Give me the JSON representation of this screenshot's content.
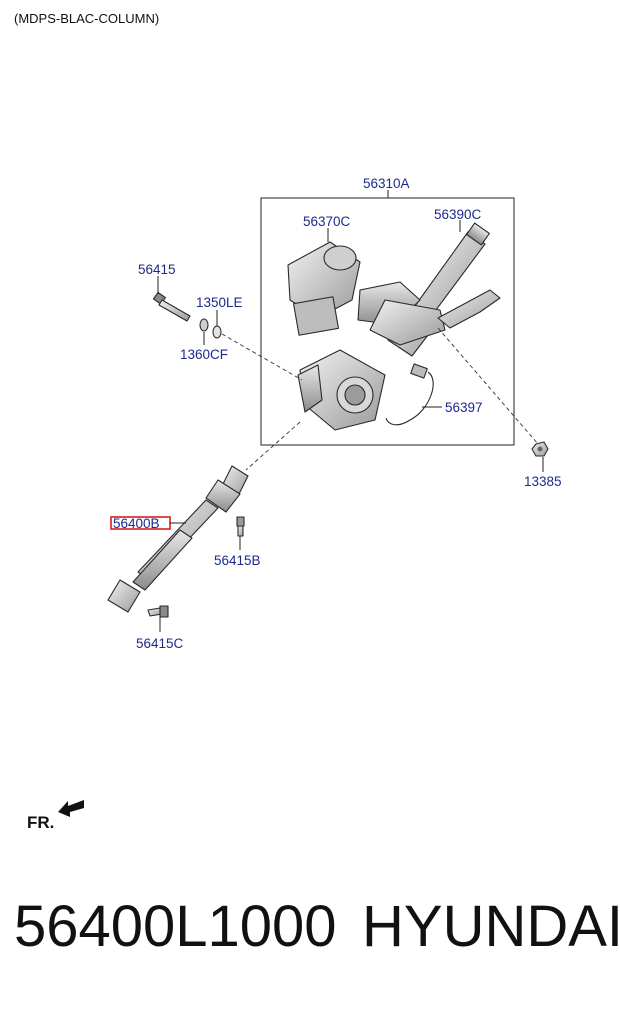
{
  "header": {
    "title": "(MDPS-BLAC-COLUMN)"
  },
  "labels": {
    "column_assy": "56310A",
    "motor": "56370C",
    "column_shaft": "56390C",
    "bolt_upper": "56415",
    "washer_1350": "1350LE",
    "washer_1360": "1360CF",
    "clip": "56397",
    "nut": "13385",
    "joint_shaft": "56400B",
    "bolt_mid": "56415B",
    "bolt_lower": "56415C"
  },
  "direction": {
    "label": "FR."
  },
  "footer": {
    "part_number": "56400L1000",
    "brand": "HYUNDAI"
  },
  "colors": {
    "label": "#1c2a8a",
    "highlight": "#d81e1e",
    "line": "#222222"
  }
}
